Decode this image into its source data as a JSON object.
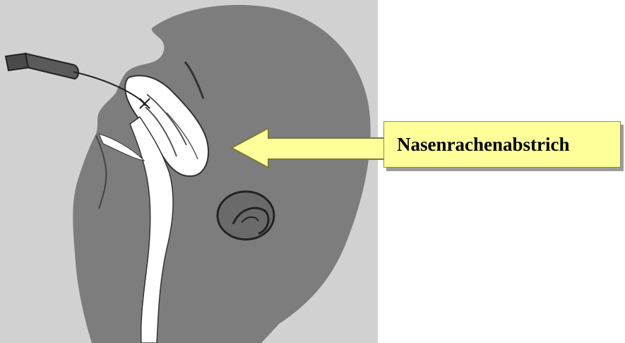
{
  "label": {
    "text": "Nasenrachenabstrich"
  },
  "colors": {
    "callout_fill": "#ffff99",
    "callout_border": "#7a7a3a",
    "head_fill": "#7d7d7d",
    "background_gray": "#d6d6d6",
    "canal_fill": "#ffffff"
  },
  "icons": {
    "swab": "nasopharyngeal-swab-icon",
    "head": "head-profile-illustration",
    "arrow": "left-pointing-arrow"
  }
}
